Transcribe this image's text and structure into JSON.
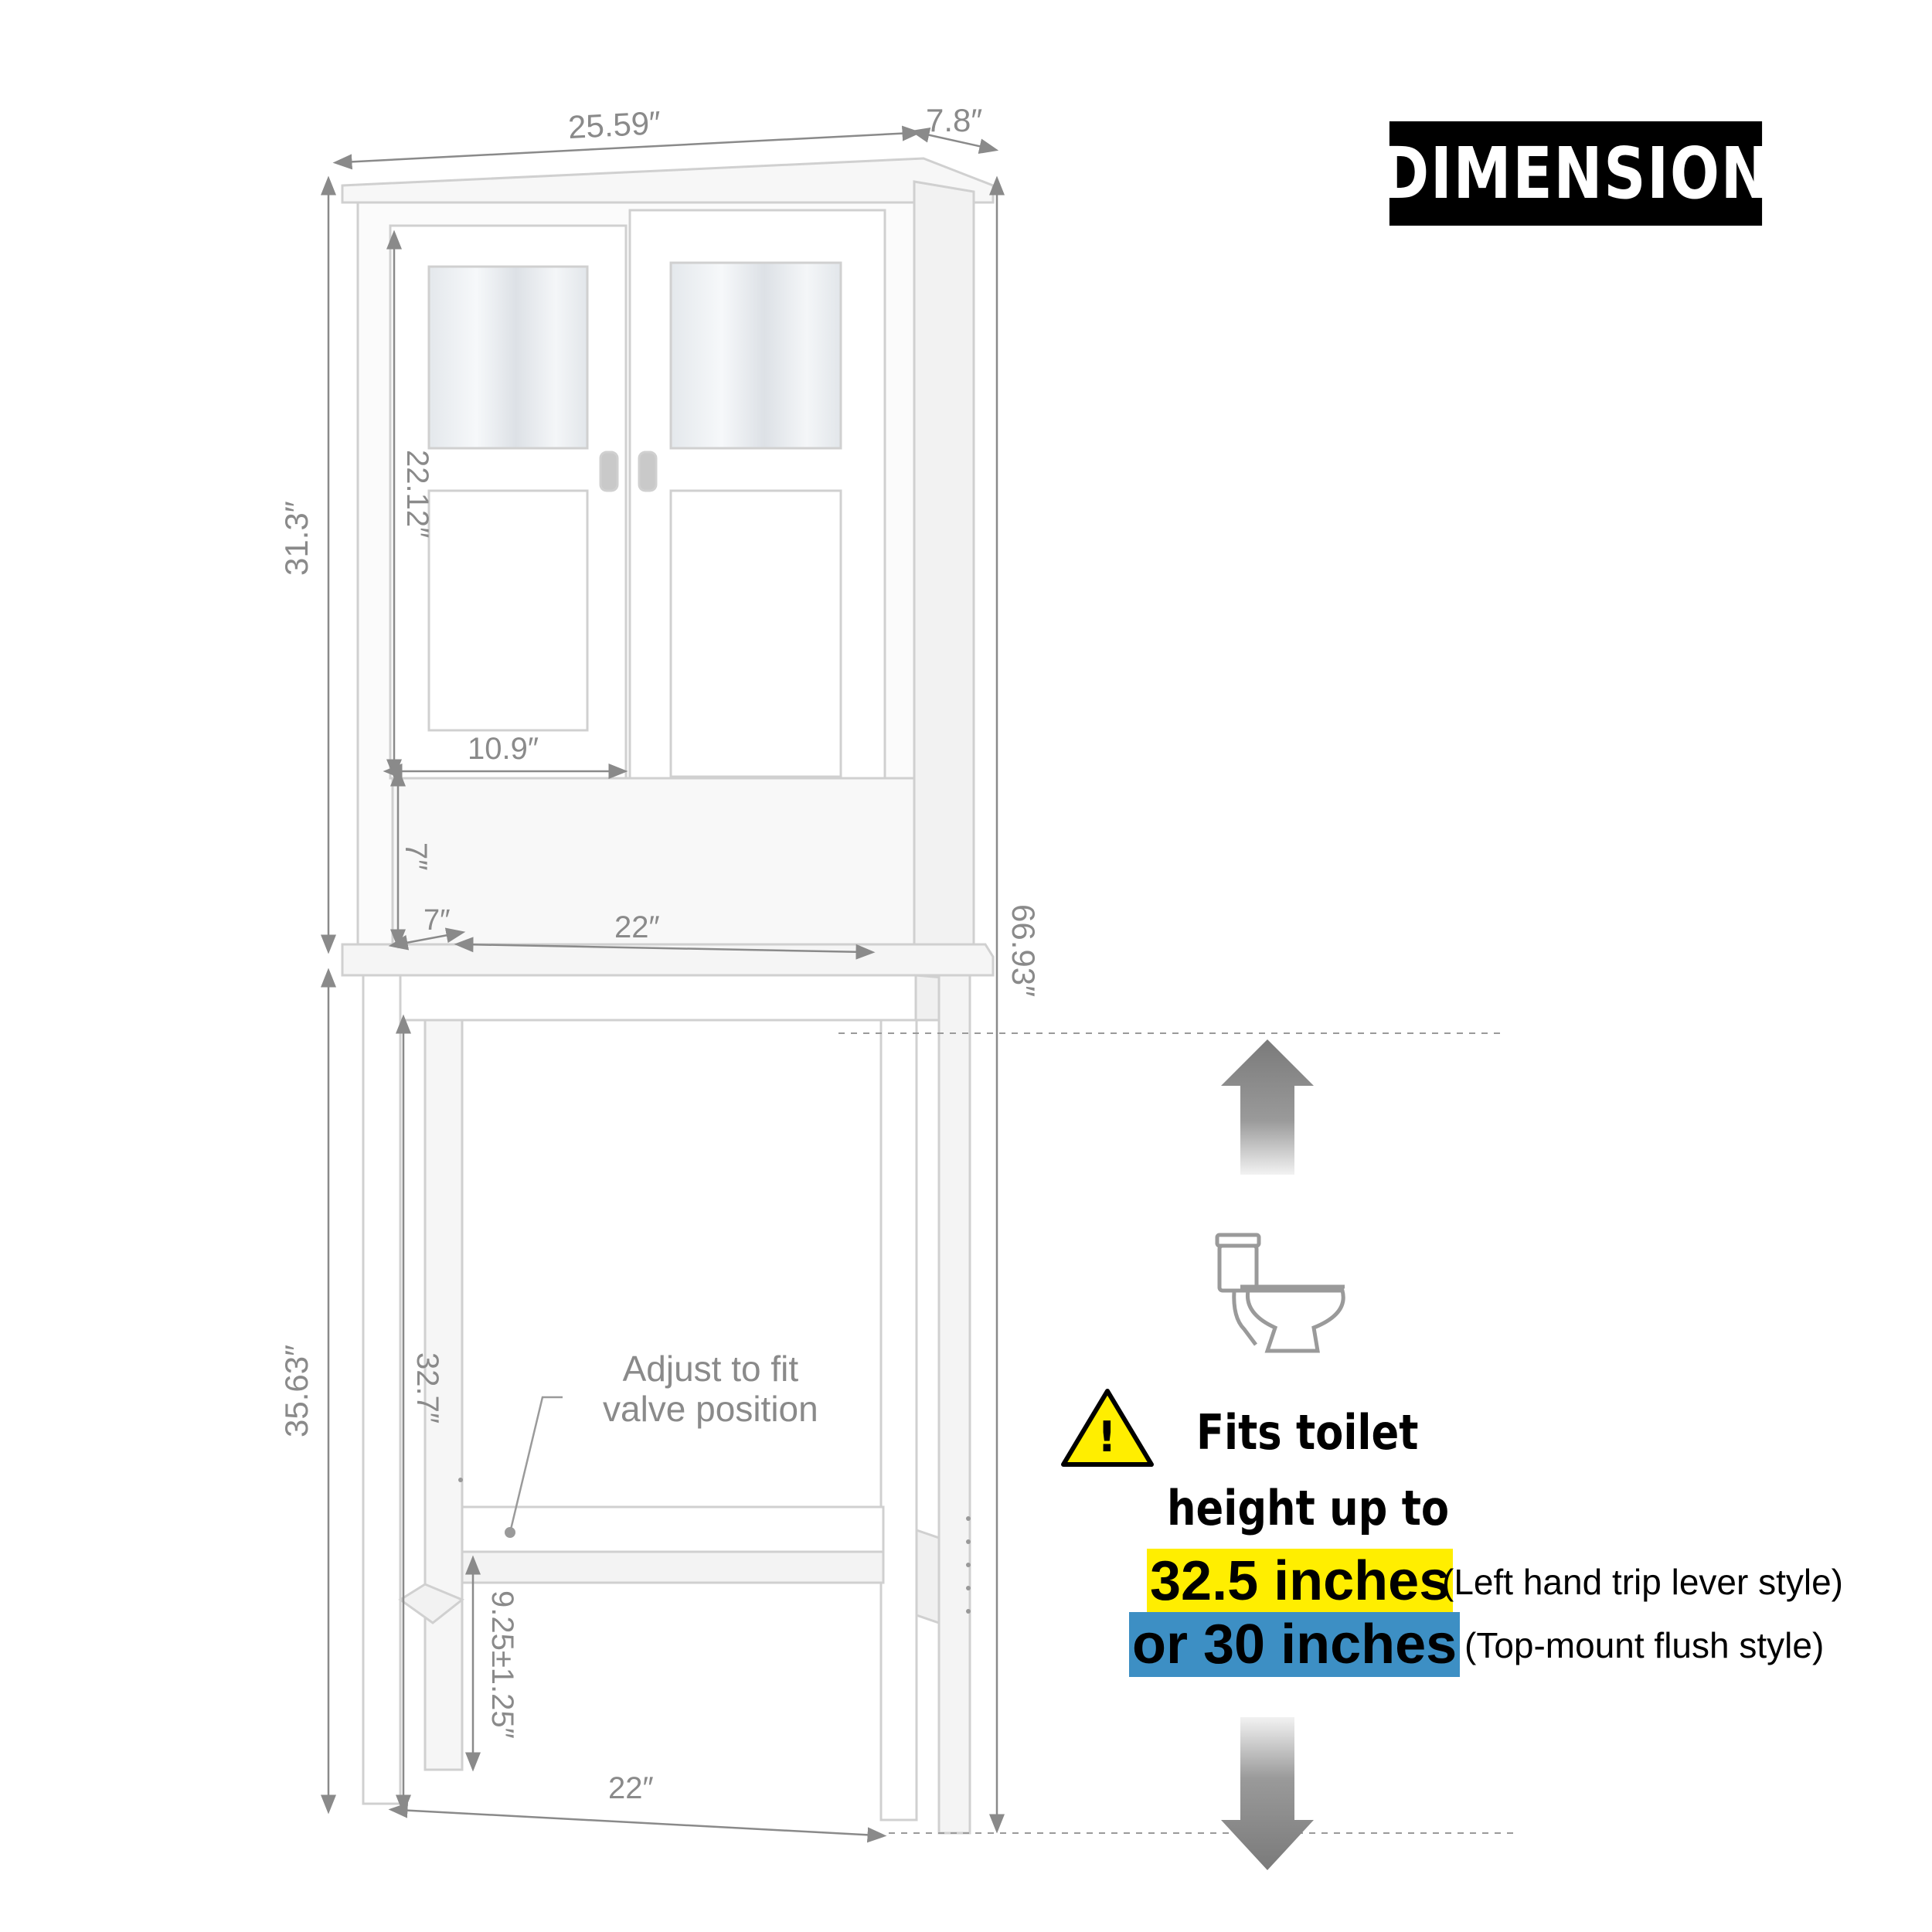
{
  "title": "DIMENSION",
  "dimensions": {
    "overall_width": "25.59″",
    "depth": "7.8″",
    "cabinet_height": "31.3″",
    "overall_height": "66.93″",
    "door_height": "22.12″",
    "door_width": "10.9″",
    "shelf_height": "7″",
    "shelf_depth": "7″",
    "shelf_width": "22″",
    "leg_height": "35.63″",
    "inner_height": "32.7″",
    "bar_height": "9.25±1.25″",
    "bottom_width": "22″"
  },
  "adjust_note": {
    "line1": "Adjust to fit",
    "line2": "valve position"
  },
  "fits": {
    "warning_symbol": "!",
    "line1": "Fits toilet",
    "line2": "height up to",
    "value1": "32.5 inches",
    "note1": "(Left hand trip lever style)",
    "value2": "or 30 inches",
    "note2": "(Top-mount flush style)"
  },
  "colors": {
    "highlight_yellow": "#ffee00",
    "highlight_blue": "#3d8fc4",
    "dimension_gray": "#8a8a8a",
    "cabinet_white": "#ffffff",
    "warning_yellow": "#ffee00"
  },
  "icons": [
    "up-arrow-icon",
    "toilet-icon",
    "warning-icon",
    "down-arrow-icon"
  ]
}
